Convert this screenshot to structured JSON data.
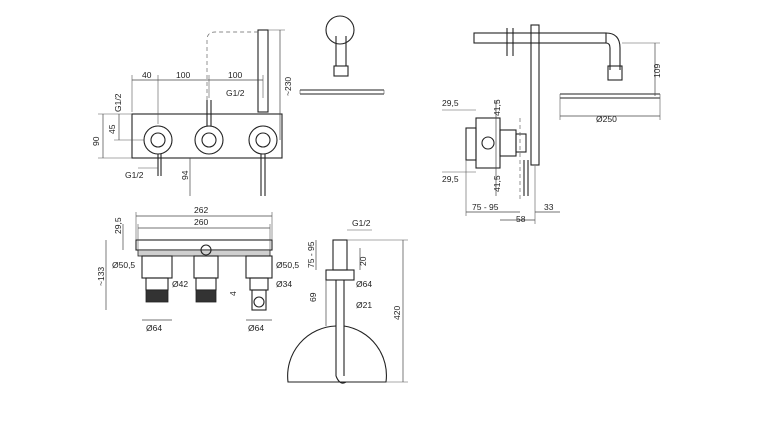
{
  "labels": {
    "d40": "40",
    "d100a": "100",
    "d100b": "100",
    "g12_top": "G1/2",
    "g12_left": "G1/2",
    "g12_bottom": "G1/2",
    "d230": "~230",
    "d90": "90",
    "d45": "45",
    "d94": "94",
    "d262": "262",
    "d260": "260",
    "d29_5_front": "29,5",
    "d133": "~133",
    "d50_5_left": "Ø50,5",
    "d50_5_right": "Ø50,5",
    "d42": "Ø42",
    "d34": "Ø34",
    "d64_a": "Ø64",
    "d64_b": "Ø64",
    "d4": "4",
    "d75_95_v": "75 - 95",
    "g12_spout": "G1/2",
    "d20": "20",
    "d69": "69",
    "d64_spout": "Ø64",
    "d21": "Ø21",
    "d420": "420",
    "d29_5_top": "29,5",
    "d29_5_bot": "29,5",
    "d41_5_top": "41,5",
    "d41_5_bot": "41,5",
    "d75_95_h": "75 - 95",
    "d58": "58",
    "d33": "33",
    "d109": "109",
    "d250": "Ø250"
  }
}
